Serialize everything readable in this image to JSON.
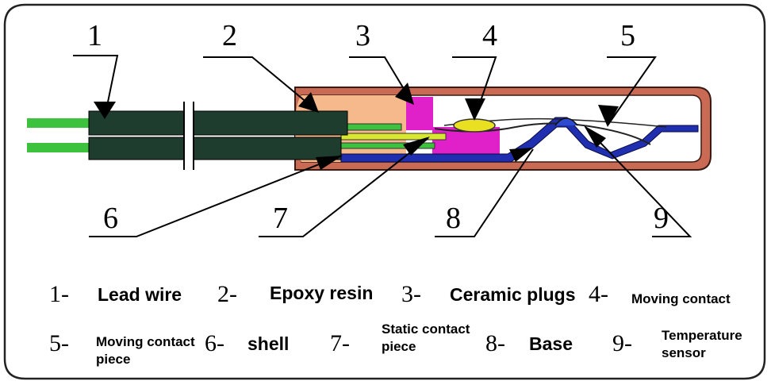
{
  "callouts": [
    "1",
    "2",
    "3",
    "4",
    "5",
    "6",
    "7",
    "8",
    "9"
  ],
  "legend": {
    "num_1": "1-",
    "label_1": "Lead wire",
    "num_2": "2-",
    "label_2": "Epoxy resin",
    "num_3": "3-",
    "label_3": "Ceramic plugs",
    "num_4": "4-",
    "label_4": "Moving contact",
    "num_5": "5-",
    "label_5": "Moving contact piece",
    "num_6": "6-",
    "label_6": "shell",
    "num_7": "7-",
    "label_7": "Static contact piece",
    "num_8": "8-",
    "label_8": "Base",
    "num_9": "9-",
    "label_9": "Temperature sensor"
  },
  "colors": {
    "wire_green": "#3cc23c",
    "insulation": "#1f3d2e",
    "epoxy": "#f6b98c",
    "ceramic": "#e020c8",
    "shell": "#c96a55",
    "base": "#1f2fb0",
    "contact": "#e8e020"
  }
}
